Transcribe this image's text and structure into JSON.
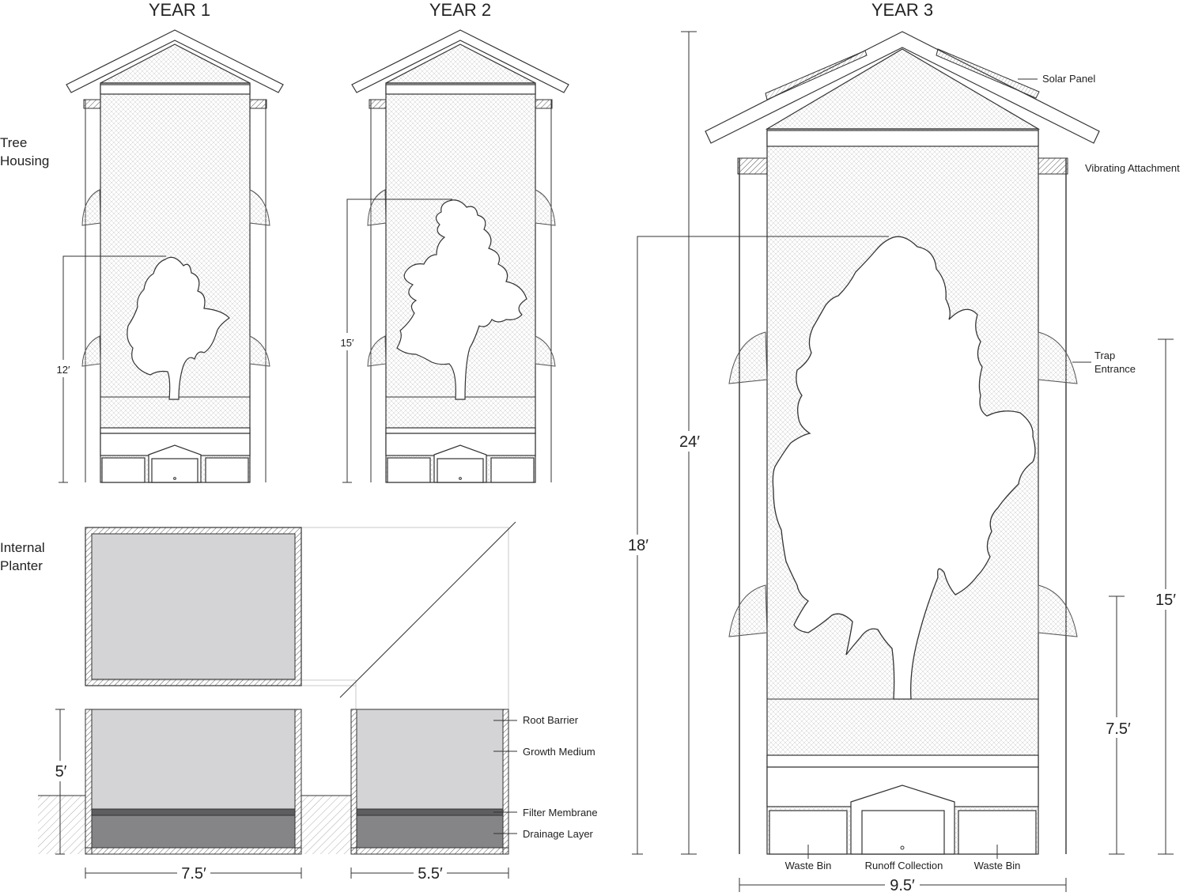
{
  "headers": {
    "year1": "YEAR 1",
    "year2": "YEAR 2",
    "year3": "YEAR 3"
  },
  "sections": {
    "tree_housing": [
      "Tree",
      "Housing"
    ],
    "internal_planter": [
      "Internal",
      "Planter"
    ]
  },
  "dimensions": {
    "year1_height": "12′",
    "year2_height": "15′",
    "year3_height": "18′",
    "housing_height": "24′",
    "entrance_upper": "15′",
    "entrance_lower": "7.5′",
    "planter_depth": "5′",
    "planter_width_large": "7.5′",
    "planter_width_small": "5.5′",
    "housing_width": "9.5′"
  },
  "callouts": {
    "solar_panel": "Solar Panel",
    "vibrating_attachment": "Vibrating Attachment",
    "trap_entrance": [
      "Trap",
      "Entrance"
    ],
    "waste_bin_left": "Waste Bin",
    "runoff_collection": "Runoff Collection",
    "waste_bin_right": "Waste Bin"
  },
  "planter_layers": {
    "root_barrier": "Root Barrier",
    "growth_medium": "Growth Medium",
    "filter_membrane": "Filter Membrane",
    "drainage_layer": "Drainage Layer"
  },
  "colors": {
    "growth_medium": "#d4d4d6",
    "filter_membrane": "#5e5e60",
    "drainage_layer": "#858587",
    "line": "#333333"
  }
}
